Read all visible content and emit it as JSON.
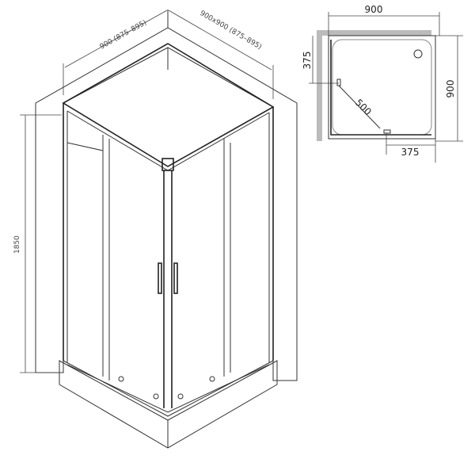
{
  "iso_view": {
    "width_label": "900 (875–895)",
    "depth_label": "900x900 (875–895)",
    "height_label": "1850"
  },
  "plan_view": {
    "width_label": "900",
    "depth_label": "900",
    "door_left_label": "375",
    "door_bottom_label": "375",
    "diagonal_label": "500"
  }
}
